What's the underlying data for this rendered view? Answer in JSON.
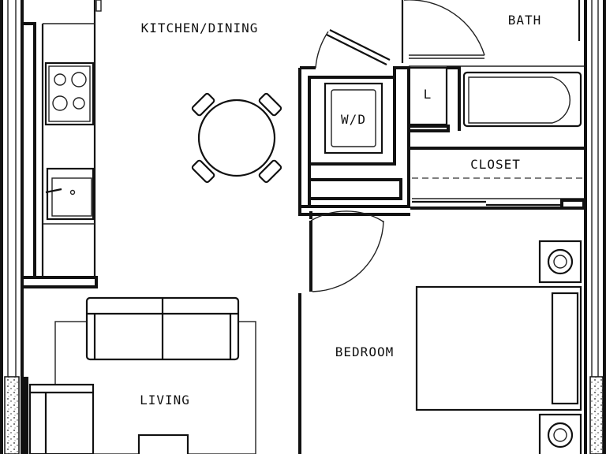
{
  "rooms": {
    "kitchen_dining": "KITCHEN/DINING",
    "bath": "BATH",
    "laundry": "W/D",
    "linen": "L",
    "closet": "CLOSET",
    "bedroom": "BEDROOM",
    "living": "LIVING"
  }
}
